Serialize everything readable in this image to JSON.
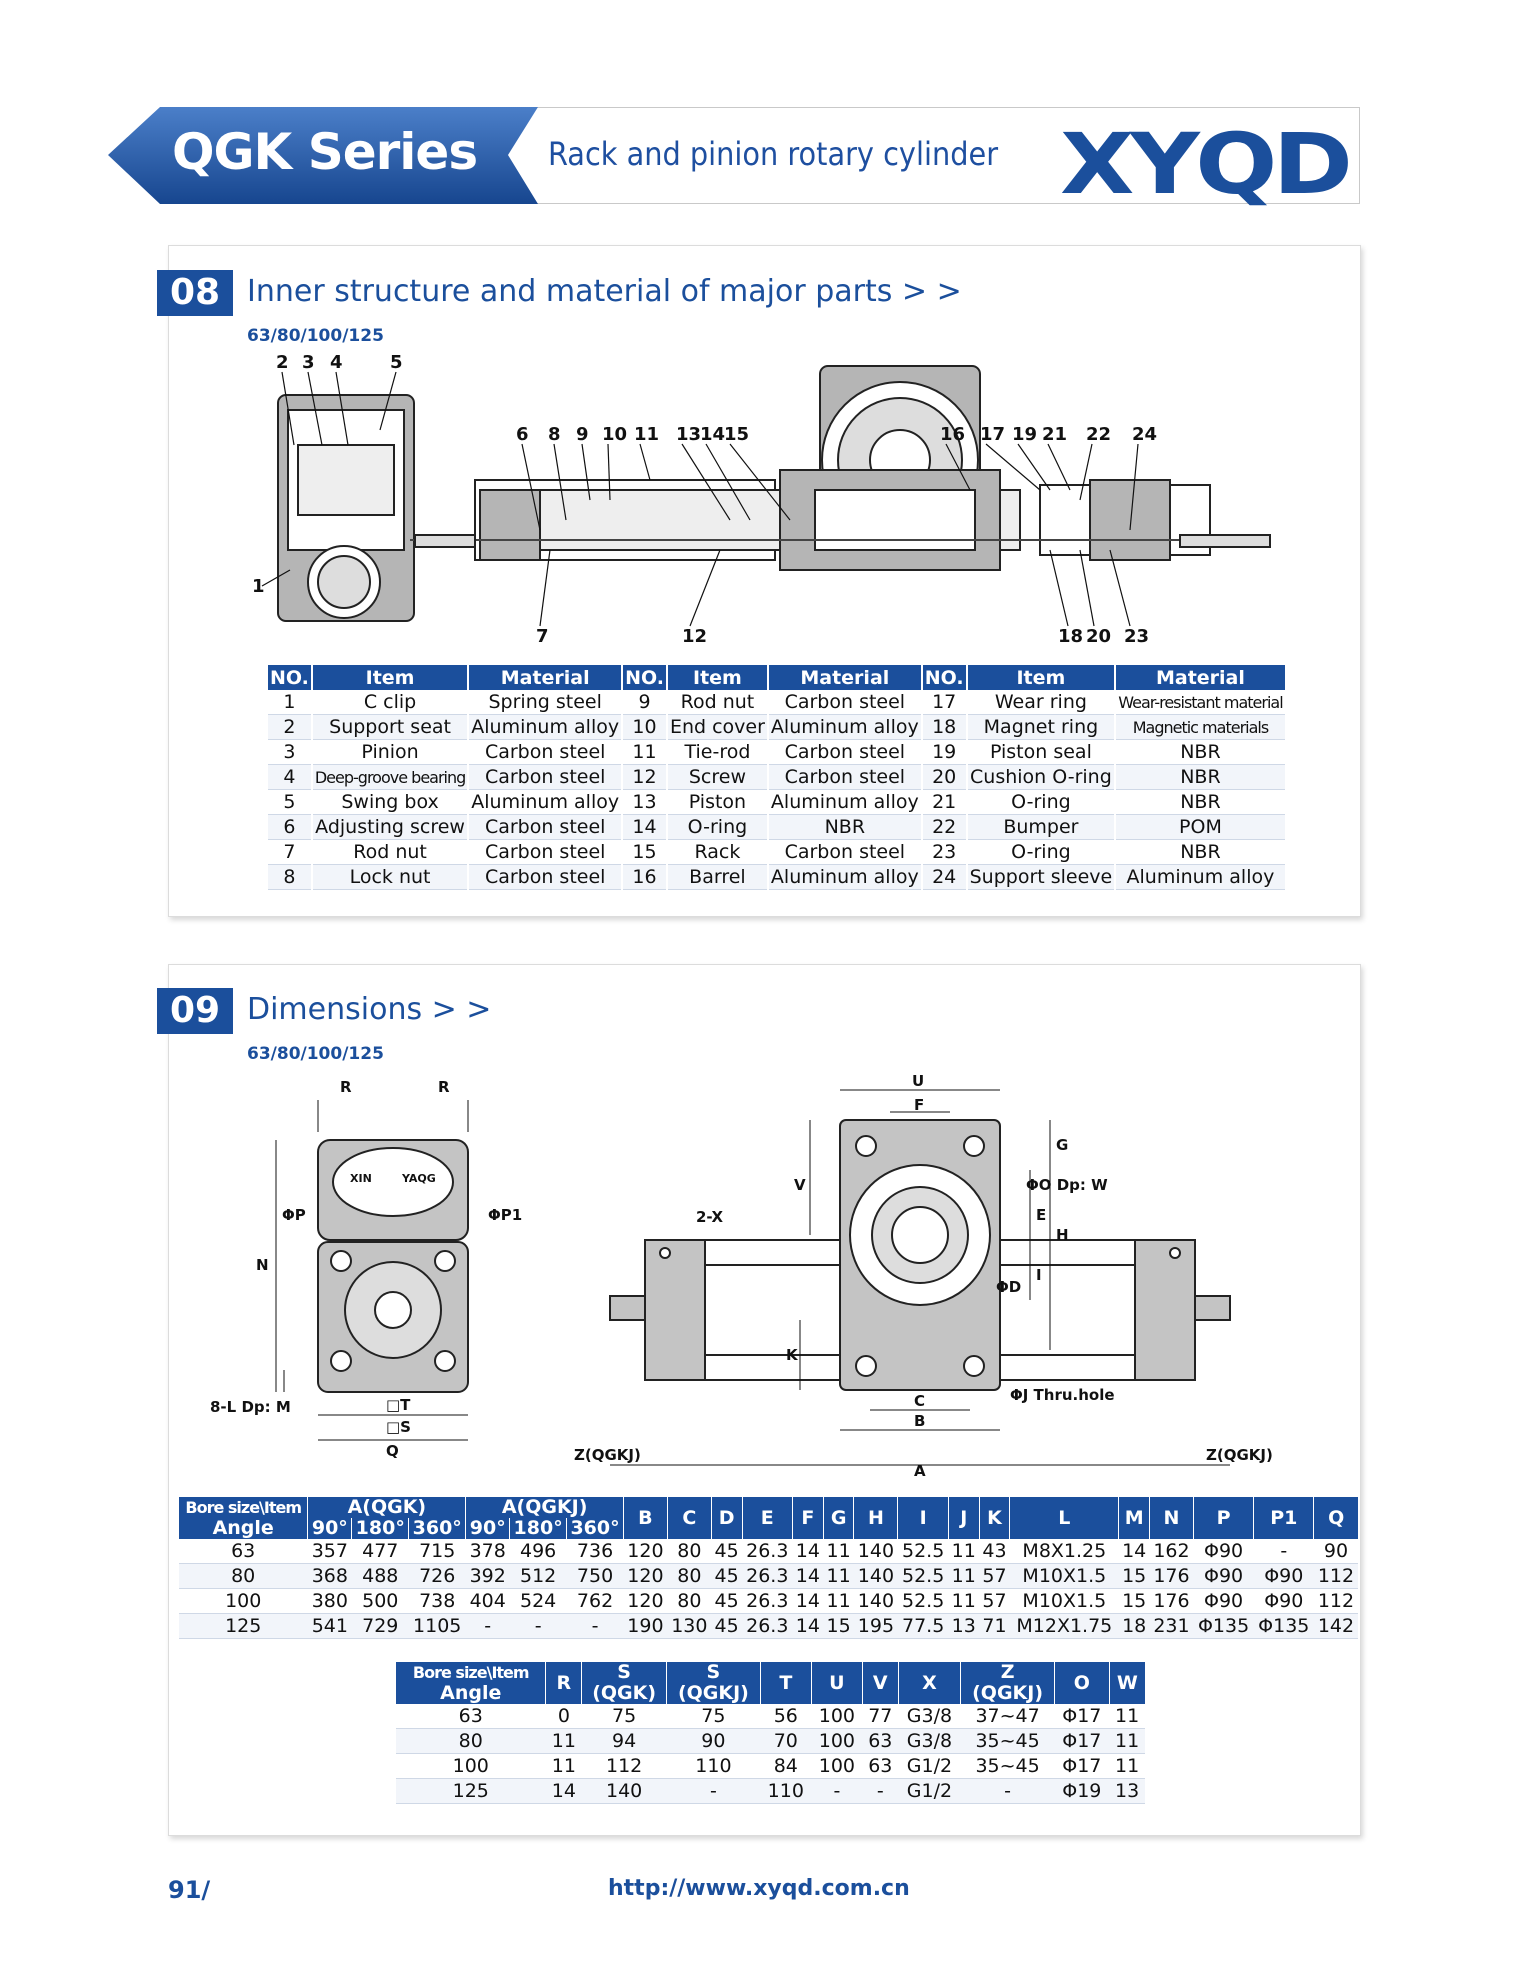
{
  "header": {
    "series": "QGK Series",
    "subtitle": "Rack and pinion rotary cylinder",
    "brand": "XYQD"
  },
  "section08": {
    "number": "08",
    "title": "Inner structure and material of major parts > >",
    "sizes": "63/80/100/125",
    "diagram_labels_top": [
      "2",
      "3",
      "4",
      "5",
      "6",
      "8",
      "9",
      "10",
      "11",
      "13",
      "14",
      "15",
      "16",
      "17",
      "19",
      "21",
      "22",
      "24"
    ],
    "diagram_labels_bottom": [
      "1",
      "7",
      "12",
      "18",
      "20",
      "23"
    ],
    "headers": [
      "NO.",
      "Item",
      "Material"
    ],
    "parts": [
      [
        "1",
        "C clip",
        "Spring steel",
        "9",
        "Rod nut",
        "Carbon steel",
        "17",
        "Wear ring",
        "Wear-resistant material"
      ],
      [
        "2",
        "Support seat",
        "Aluminum alloy",
        "10",
        "End cover",
        "Aluminum alloy",
        "18",
        "Magnet ring",
        "Magnetic materials"
      ],
      [
        "3",
        "Pinion",
        "Carbon steel",
        "11",
        "Tie-rod",
        "Carbon steel",
        "19",
        "Piston seal",
        "NBR"
      ],
      [
        "4",
        "Deep-groove bearing",
        "Carbon steel",
        "12",
        "Screw",
        "Carbon steel",
        "20",
        "Cushion O-ring",
        "NBR"
      ],
      [
        "5",
        "Swing box",
        "Aluminum alloy",
        "13",
        "Piston",
        "Aluminum alloy",
        "21",
        "O-ring",
        "NBR"
      ],
      [
        "6",
        "Adjusting screw",
        "Carbon steel",
        "14",
        "O-ring",
        "NBR",
        "22",
        "Bumper",
        "POM"
      ],
      [
        "7",
        "Rod nut",
        "Carbon steel",
        "15",
        "Rack",
        "Carbon steel",
        "23",
        "O-ring",
        "NBR"
      ],
      [
        "8",
        "Lock nut",
        "Carbon steel",
        "16",
        "Barrel",
        "Aluminum alloy",
        "24",
        "Support sleeve",
        "Aluminum alloy"
      ]
    ]
  },
  "section09": {
    "number": "09",
    "title": "Dimensions > >",
    "sizes": "63/80/100/125",
    "dim_labels": {
      "r1": "R",
      "r2": "R",
      "phip": "ΦP",
      "phip1": "ΦP1",
      "n": "N",
      "l": "8-L Dp: M",
      "t": "□T",
      "s": "□S",
      "q": "Q",
      "u": "U",
      "f": "F",
      "g": "G",
      "v": "V",
      "phio": "ΦO Dp: W",
      "x": "2-X",
      "e": "E",
      "i": "I",
      "h": "H",
      "phid": "ΦD",
      "k": "K",
      "c": "C",
      "b": "B",
      "phij": "ΦJ Thru.hole",
      "a": "A",
      "z1": "Z(QGKJ)",
      "z2": "Z(QGKJ)",
      "logo_left": "XIN",
      "logo_right": "YAQG"
    },
    "table1": {
      "corner": "Bore size\\Item",
      "angle": "Angle",
      "group_qgk": "A(QGK)",
      "group_qgkj": "A(QGKJ)",
      "angles": [
        "90°",
        "180°",
        "360°",
        "90°",
        "180°",
        "360°"
      ],
      "cols": [
        "B",
        "C",
        "D",
        "E",
        "F",
        "G",
        "H",
        "I",
        "J",
        "K",
        "L",
        "M",
        "N",
        "P",
        "P1",
        "Q"
      ],
      "rows": [
        [
          "63",
          "357",
          "477",
          "715",
          "378",
          "496",
          "736",
          "120",
          "80",
          "45",
          "26.3",
          "14",
          "11",
          "140",
          "52.5",
          "11",
          "43",
          "M8X1.25",
          "14",
          "162",
          "Φ90",
          "-",
          "90"
        ],
        [
          "80",
          "368",
          "488",
          "726",
          "392",
          "512",
          "750",
          "120",
          "80",
          "45",
          "26.3",
          "14",
          "11",
          "140",
          "52.5",
          "11",
          "57",
          "M10X1.5",
          "15",
          "176",
          "Φ90",
          "Φ90",
          "112"
        ],
        [
          "100",
          "380",
          "500",
          "738",
          "404",
          "524",
          "762",
          "120",
          "80",
          "45",
          "26.3",
          "14",
          "11",
          "140",
          "52.5",
          "11",
          "57",
          "M10X1.5",
          "15",
          "176",
          "Φ90",
          "Φ90",
          "112"
        ],
        [
          "125",
          "541",
          "729",
          "1105",
          "-",
          "-",
          "-",
          "190",
          "130",
          "45",
          "26.3",
          "14",
          "15",
          "195",
          "77.5",
          "13",
          "71",
          "M12X1.75",
          "18",
          "231",
          "Φ135",
          "Φ135",
          "142"
        ]
      ]
    },
    "table2": {
      "corner": "Bore size\\Item",
      "angle": "Angle",
      "cols": [
        "R",
        "S",
        "S",
        "T",
        "U",
        "V",
        "X",
        "Z",
        "O",
        "W"
      ],
      "col_sub": [
        "",
        "(QGK)",
        "(QGKJ)",
        "",
        "",
        "",
        "",
        "(QGKJ)",
        "",
        ""
      ],
      "rows": [
        [
          "63",
          "0",
          "75",
          "75",
          "56",
          "100",
          "77",
          "G3/8",
          "37~47",
          "Φ17",
          "11"
        ],
        [
          "80",
          "11",
          "94",
          "90",
          "70",
          "100",
          "63",
          "G3/8",
          "35~45",
          "Φ17",
          "11"
        ],
        [
          "100",
          "11",
          "112",
          "110",
          "84",
          "100",
          "63",
          "G1/2",
          "35~45",
          "Φ17",
          "11"
        ],
        [
          "125",
          "14",
          "140",
          "-",
          "110",
          "-",
          "-",
          "G1/2",
          "-",
          "Φ19",
          "13"
        ]
      ]
    }
  },
  "footer": {
    "page": "91/",
    "url": "http://www.xyqd.com.cn"
  },
  "colors": {
    "accent": "#1b4f9c",
    "gray": "#a8a8a8"
  }
}
